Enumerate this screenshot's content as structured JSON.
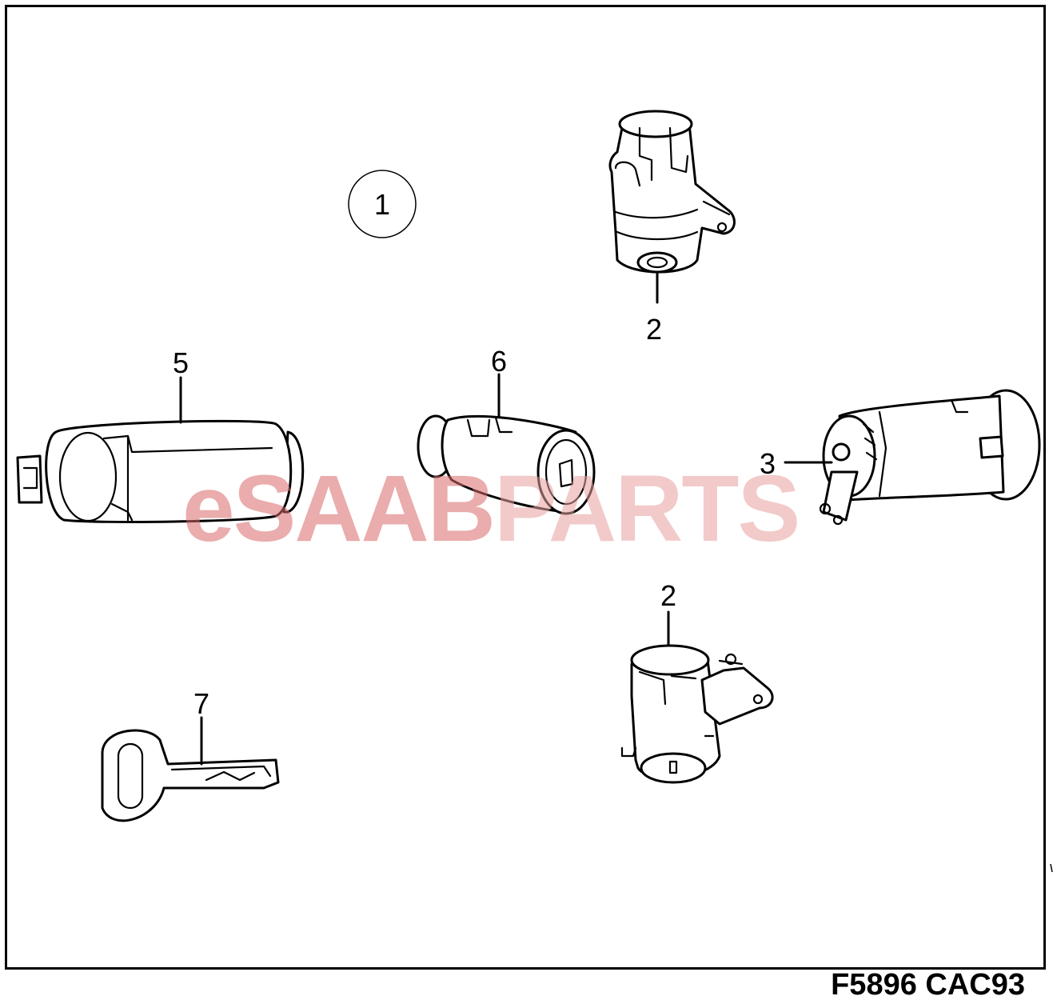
{
  "diagram": {
    "callouts": {
      "c1": "1",
      "c2_top": "2",
      "c2_bottom": "2",
      "c3": "3",
      "c5": "5",
      "c6": "6",
      "c7": "7"
    },
    "drawing_code": "F5896 CAC93",
    "watermark": {
      "part_a": "eSAAB",
      "part_b": "PARTS"
    }
  }
}
